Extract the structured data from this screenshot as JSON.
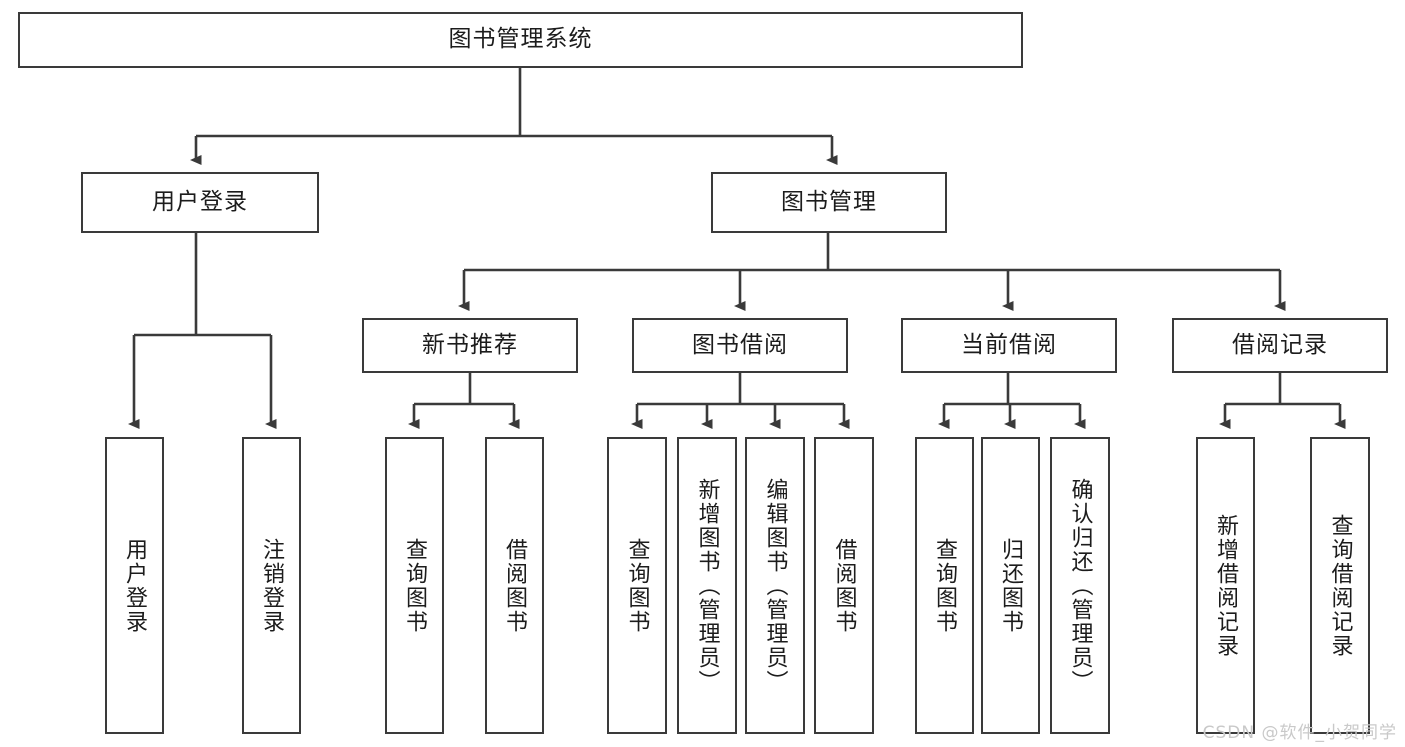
{
  "diagram": {
    "title_node": {
      "id": "root",
      "label": "图书管理系统"
    },
    "level1": [
      {
        "id": "user-login",
        "label": "用户登录"
      },
      {
        "id": "book-manage",
        "label": "图书管理"
      }
    ],
    "level2": [
      {
        "id": "new-book-rec",
        "label": "新书推荐"
      },
      {
        "id": "book-borrow",
        "label": "图书借阅"
      },
      {
        "id": "current-borrow",
        "label": "当前借阅"
      },
      {
        "id": "borrow-record",
        "label": "借阅记录"
      }
    ],
    "leaves": [
      {
        "id": "leaf-user-login",
        "label": "用户登录",
        "parent": "user-login"
      },
      {
        "id": "leaf-user-logout",
        "label": "注销登录",
        "parent": "user-login"
      },
      {
        "id": "leaf-query-book-1",
        "label": "查询图书",
        "parent": "new-book-rec"
      },
      {
        "id": "leaf-borrow-book-1",
        "label": "借阅图书",
        "parent": "new-book-rec"
      },
      {
        "id": "leaf-query-book-2",
        "label": "查询图书",
        "parent": "book-borrow"
      },
      {
        "id": "leaf-add-book",
        "label": "新增图书（管理员）",
        "parent": "book-borrow"
      },
      {
        "id": "leaf-edit-book",
        "label": "编辑图书（管理员）",
        "parent": "book-borrow"
      },
      {
        "id": "leaf-borrow-book-2",
        "label": "借阅图书",
        "parent": "book-borrow"
      },
      {
        "id": "leaf-query-book-3",
        "label": "查询图书",
        "parent": "current-borrow"
      },
      {
        "id": "leaf-return-book",
        "label": "归还图书",
        "parent": "current-borrow"
      },
      {
        "id": "leaf-confirm-return",
        "label": "确认归还（管理员）",
        "parent": "current-borrow"
      },
      {
        "id": "leaf-add-record",
        "label": "新增借阅记录",
        "parent": "borrow-record"
      },
      {
        "id": "leaf-query-record",
        "label": "查询借阅记录",
        "parent": "borrow-record"
      }
    ],
    "watermark": "CSDN @软件_小贺同学",
    "colors": {
      "stroke": "#3a3a3a",
      "text": "#1c1c1c",
      "background": "#ffffff",
      "watermark": "#c9c9c9"
    }
  }
}
